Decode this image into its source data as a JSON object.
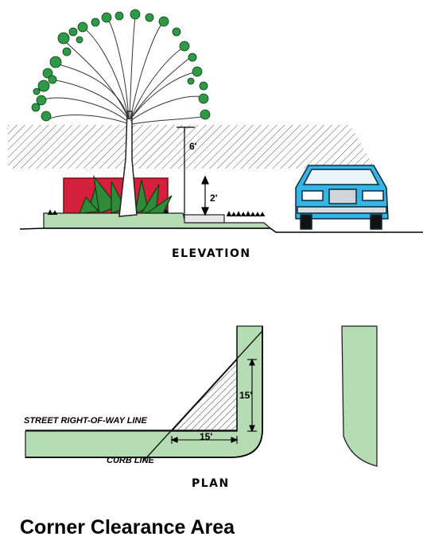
{
  "elevation": {
    "title": "ELEVATION",
    "dim_upper": "6'",
    "dim_lower": "2'"
  },
  "plan": {
    "title": "PLAN",
    "dim_vertical": "15'",
    "dim_horizontal": "15'",
    "street_row_label": "STREET RIGHT-OF-WAY LINE",
    "curb_label": "CURB LINE"
  },
  "main_title": "Corner Clearance Area",
  "colors": {
    "landscape_green": "#b5dcb2",
    "fence_red": "#d4203a",
    "shrub_green": "#2f8a3a",
    "leaf_green": "#2e9a45",
    "car_blue": "#35b4e6",
    "hatch": "#444444"
  }
}
